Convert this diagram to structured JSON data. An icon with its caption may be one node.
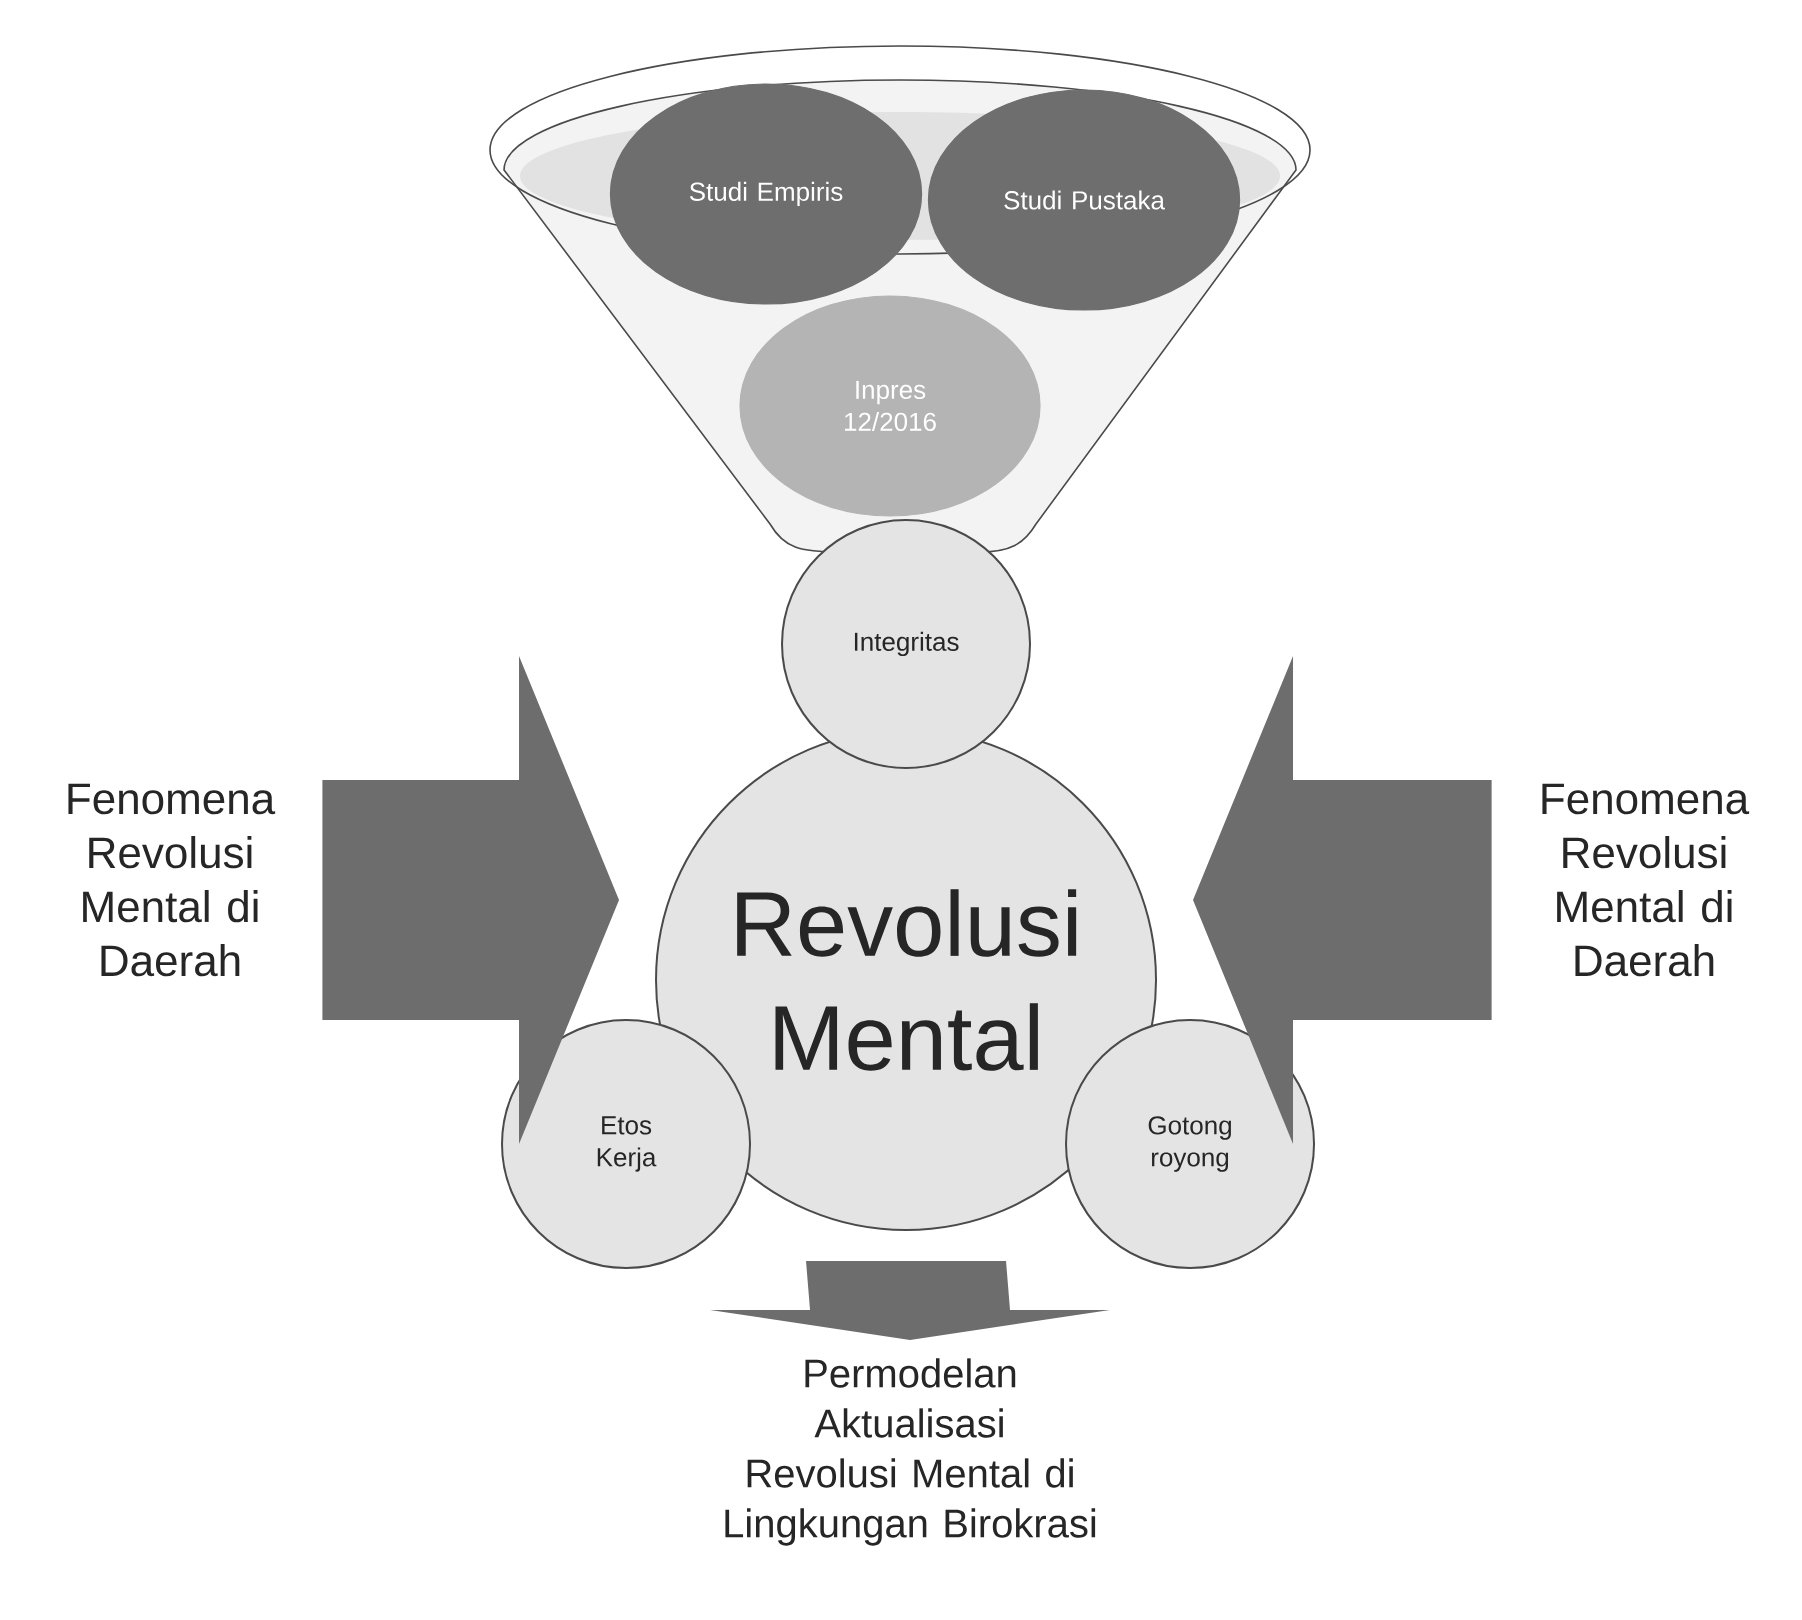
{
  "diagram": {
    "nodes": [
      {
        "text": [],
        "shape": "funnel"
      },
      {
        "text": [
          "Studi Empiris"
        ],
        "in": 0
      },
      {
        "text": [
          "Studi Pustaka"
        ],
        "in": 0
      },
      {
        "text": [
          "Inpres 12/2016"
        ],
        "in": 0
      },
      {
        "text": [
          "Integritas"
        ]
      },
      {
        "text": [
          "Fenomena Revolusi Mental di Daerah"
        ]
      },
      {
        "text": [
          "Revolusi Mental"
        ]
      },
      {
        "text": [
          "Fenomena Revolusi Mental di Daerah"
        ]
      },
      {
        "text": [
          "Etos Kerja"
        ]
      },
      {
        "text": [
          "Gotong royong"
        ]
      },
      {
        "text": [
          "Permodelan Aktualisasi Revolusi Mental di Lingkungan Birokrasi"
        ]
      }
    ],
    "edges": [
      {
        "from": 5,
        "to": 6,
        "arrow": "to"
      },
      {
        "from": 7,
        "to": 6,
        "arrow": "to"
      },
      {
        "from": 6,
        "to": 10,
        "arrow": "to"
      }
    ]
  }
}
